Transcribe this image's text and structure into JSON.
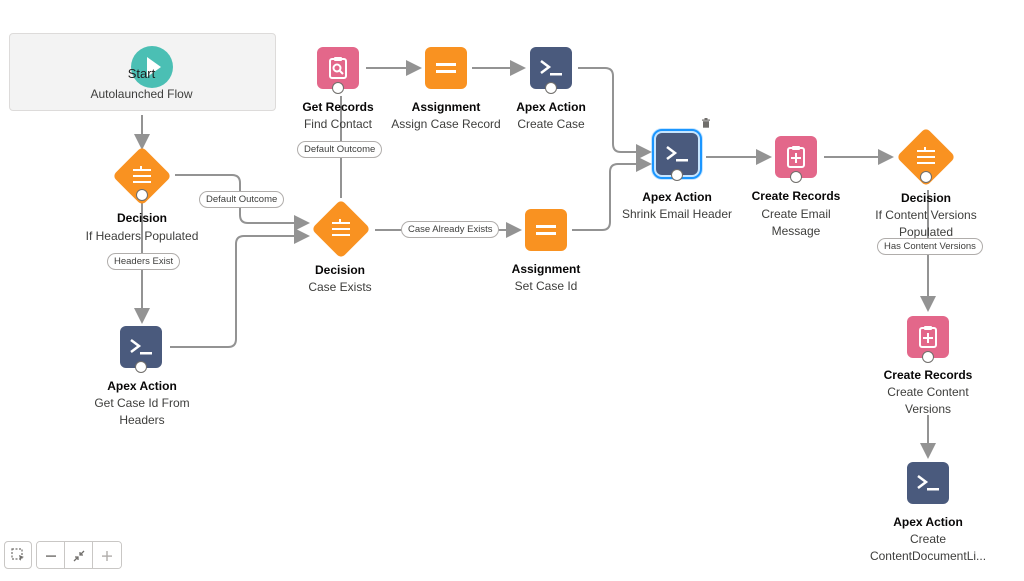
{
  "start": {
    "title": "Start",
    "subtitle": "Autolaunched Flow"
  },
  "nodes": {
    "decision_headers": {
      "type": "Decision",
      "label": "If Headers Populated"
    },
    "apex_get_case_id": {
      "type": "Apex Action",
      "label_line1": "Get Case Id From",
      "label_line2": "Headers"
    },
    "get_records": {
      "type": "Get Records",
      "label": "Find Contact"
    },
    "assignment_case_record": {
      "type": "Assignment",
      "label": "Assign Case Record"
    },
    "apex_create_case": {
      "type": "Apex Action",
      "label": "Create Case"
    },
    "decision_case_exists": {
      "type": "Decision",
      "label": "Case Exists"
    },
    "assignment_set_case_id": {
      "type": "Assignment",
      "label": "Set Case Id"
    },
    "apex_shrink_email": {
      "type": "Apex Action",
      "label": "Shrink Email Header"
    },
    "create_email_message": {
      "type": "Create Records",
      "label": "Create Email Message"
    },
    "decision_content_versions": {
      "type": "Decision",
      "label_line1": "If Content Versions",
      "label_line2": "Populated"
    },
    "create_content_versions": {
      "type": "Create Records",
      "label_line1": "Create Content",
      "label_line2": "Versions"
    },
    "apex_create_cdl": {
      "type": "Apex Action",
      "label_line1": "Create",
      "label_line2": "ContentDocumentLi..."
    }
  },
  "outcomes": {
    "headers_exist": "Headers Exist",
    "default_outcome_1": "Default Outcome",
    "default_outcome_2": "Default Outcome",
    "case_already_exists": "Case Already Exists",
    "has_content_versions": "Has Content Versions"
  },
  "toolbar": {
    "select_icon": "marquee-select-icon",
    "zoom_out_icon": "minus-icon",
    "fit_icon": "shrink-icon",
    "zoom_in_icon": "plus-icon"
  },
  "colors": {
    "start": "#4bbfb4",
    "decision": "#f99221",
    "assignment": "#f99221",
    "get_records": "#e3678a",
    "create_records": "#e3678a",
    "apex": "#4a5a7d",
    "selected": "#1b96ff",
    "connector": "#939393"
  }
}
